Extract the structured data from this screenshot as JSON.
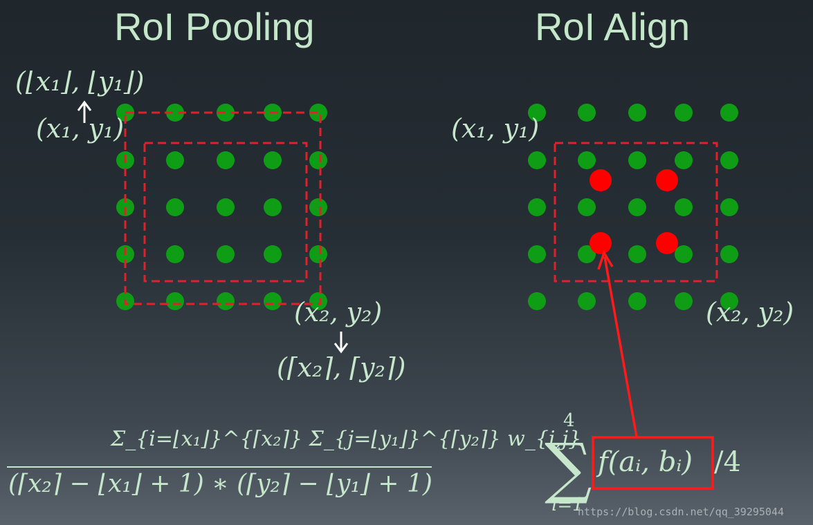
{
  "titles": {
    "left": "RoI Pooling",
    "right": "RoI Align"
  },
  "left_labels": {
    "floor_coord": "(⌊x₁⌋, ⌊y₁⌋)",
    "top_left": "(x₁, y₁)",
    "bottom_right": "(x₂, y₂)",
    "ceil_coord": "(⌈x₂⌉, ⌈y₂⌉)"
  },
  "right_labels": {
    "top_left": "(x₁, y₁)",
    "bottom_right": "(x₂, y₂)"
  },
  "formula_left": {
    "numerator": "Σ_{i=⌊x₁⌋}^{⌈x₂⌉} Σ_{j=⌊y₁⌋}^{⌈y₂⌉} w_{i,j}",
    "denominator": "(⌈x₂⌉ − ⌊x₁⌋ + 1) ∗ (⌈y₂⌉ − ⌊y₁⌋ + 1)"
  },
  "formula_right": {
    "sum_upper": "4",
    "sum_lower": "i=1",
    "term": "f(aᵢ, bᵢ)",
    "suffix": "/4"
  },
  "watermark": "https://blog.csdn.net/qq_39295044",
  "colors": {
    "grid_dot": "#0f9d15",
    "sample_dot": "#ff0000",
    "roi_box": "#e0212a",
    "text": "#c6e7cb"
  }
}
